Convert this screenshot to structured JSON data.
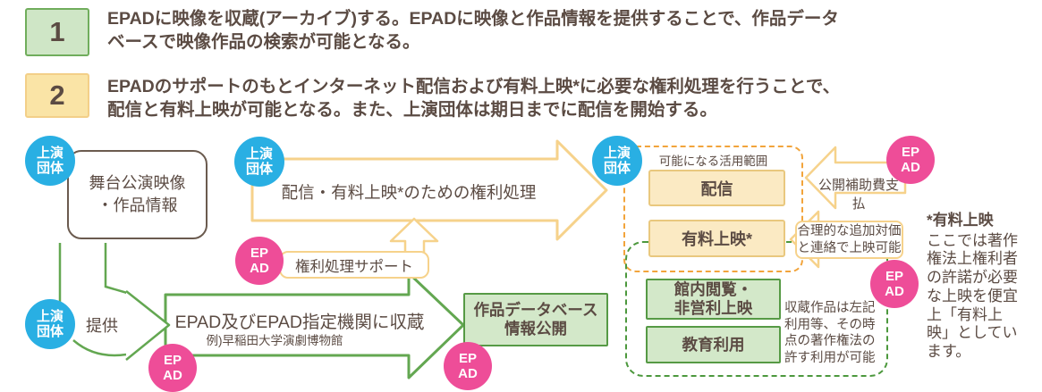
{
  "colors": {
    "blue": "#29afe3",
    "pink": "#ee4d98",
    "green": "#63a751",
    "green_fill": "#d3e8c9",
    "yellow_stroke": "#f6d28b",
    "yellow_fill": "#fbeac3",
    "orange_dash": "#f2a43b",
    "green_dash": "#4c983d",
    "text": "#5b4b43"
  },
  "steps": [
    {
      "num": "1",
      "lines": [
        "EPADに映像を収蔵(アーカイブ)する。EPADに映像と作品情報を提供することで、作品データ",
        "ベースで映像作品の検索が可能となる。"
      ]
    },
    {
      "num": "2",
      "lines": [
        "EPADのサポートのもとインターネット配信および有料上映*に必要な権利処理を行うことで、",
        "配信と有料上映が可能となる。また、上演団体は期日までに配信を開始する。"
      ]
    }
  ],
  "circles": {
    "performer": {
      "line1": "上演",
      "line2": "団体"
    },
    "epad": {
      "line1": "EP",
      "line2": "AD"
    }
  },
  "nodes": {
    "stage_box": {
      "line1": "舞台公演映像",
      "line2": "・作品情報"
    },
    "rights_arrow_label": "配信・有料上映*のための権利処理",
    "rights_support_label": "権利処理サポート",
    "provide_label": "提供",
    "archive_arrow": {
      "line1": "EPAD及びEPAD指定機関に収蔵",
      "line2": "例)早稲田大学演劇博物館"
    },
    "db_box": {
      "line1": "作品データベース",
      "line2": "情報公開"
    },
    "scope_box_title": "可能になる活用範囲",
    "distribution_box": "配信",
    "paid_screening_box": "有料上映*",
    "subsidy_arrow_label": "公開補助費支払",
    "consideration_note": {
      "line1": "合理的な追加対価",
      "line2": "と連絡で上映可能"
    },
    "in_house_box": {
      "line1": "館内閲覧・",
      "line2": "非営利上映"
    },
    "education_box": "教育利用",
    "archive_usage_note": {
      "line1": "収蔵作品は左記",
      "line2": "利用等、その時",
      "line3": "点の著作権法の",
      "line4": "許す利用が可能"
    }
  },
  "footnote": {
    "title": "*有料上映",
    "lines": [
      "ここでは著作",
      "権法上権利者",
      "の許諾が必要",
      "な上映を便宜",
      "上「有料上",
      "映」としてい",
      "ます。"
    ]
  }
}
